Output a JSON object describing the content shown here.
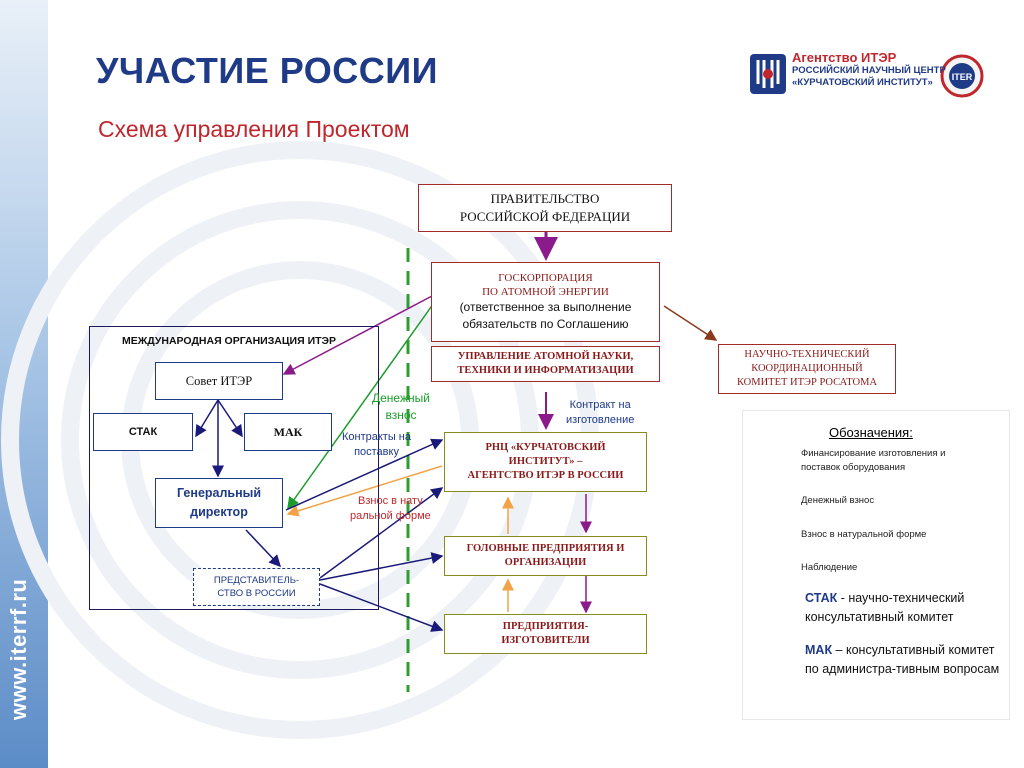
{
  "slide": {
    "title": "УЧАСТИЕ РОССИИ",
    "subtitle": "Схема управления Проектом",
    "sidebar_url": "www.iterrf.ru"
  },
  "logo": {
    "line1": "Агентство ИТЭР",
    "line2": "РОССИЙСКИЙ НАУЧНЫЙ ЦЕНТР",
    "line3": "«КУРЧАТОВСКИЙ ИНСТИТУТ»",
    "badge": "ITER"
  },
  "boxes": {
    "government_line1": "ПРАВИТЕЛЬСТВО",
    "government_line2": "РОССИЙСКОЙ ФЕДЕРАЦИИ",
    "rosatom_line1": "ГОСКОРПОРАЦИЯ",
    "rosatom_line2": "ПО  АТОМНОЙ  ЭНЕРГИИ",
    "rosatom_line3": "(ответственное за выполнение",
    "rosatom_line4": "обязательств по Соглашению",
    "science_dept_line1": "УПРАВЛЕНИЕ АТОМНОЙ НАУКИ,",
    "science_dept_line2": "ТЕХНИКИ И ИНФОРМАТИЗАЦИИ",
    "committee_line1": "НАУЧНО-ТЕХНИЧЕСКИЙ",
    "committee_line2": "КООРДИНАЦИОННЫЙ",
    "committee_line3": "КОМИТЕТ ИТЭР РОСАТОМА",
    "iter_org": "МЕЖДУНАРОДНАЯ ОРГАНИЗАЦИЯ ИТЭР",
    "iter_council": "Совет ИТЭР",
    "stac": "СТАК",
    "mac": "МАК",
    "director_general_line1": "Генеральный",
    "director_general_line2": "директор",
    "representation_line1": "ПРЕДСТАВИТЕЛЬ-",
    "representation_line2": "СТВО В РОССИИ",
    "kurchatov_line1": "РНЦ «КУРЧАТОВСКИЙ",
    "kurchatov_line2": "ИНСТИТУТ» –",
    "kurchatov_line3": "АГЕНТСТВО ИТЭР В РОССИИ",
    "lead_enterprises_line1": "ГОЛОВНЫЕ ПРЕДПРИЯТИЯ И",
    "lead_enterprises_line2": "ОРГАНИЗАЦИИ",
    "manufacturers_line1": "ПРЕДПРИЯТИЯ-",
    "manufacturers_line2": "ИЗГОТОВИТЕЛИ"
  },
  "labels": {
    "cash_contribution_line1": "Денежный",
    "cash_contribution_line2": "взнос",
    "contract_manufacture_line1": "Контракт на",
    "contract_manufacture_line2": "изготовление",
    "supply_contracts_line1": "Контракты на",
    "supply_contracts_line2": "поставку",
    "inkind_line1": "Взнос в нату",
    "inkind_line2": "ральной форме"
  },
  "legend": {
    "title": "Обозначения:",
    "items": [
      {
        "label_line1": "Финансирование изготовления и",
        "label_line2": "поставок оборудования",
        "color": "#8b1a8b"
      },
      {
        "label_line1": "Денежный взнос",
        "label_line2": "",
        "color": "#1a9b2a"
      },
      {
        "label_line1": "Взнос в натуральной форме",
        "label_line2": "",
        "color": "#f2a347"
      },
      {
        "label_line1": "Наблюдение",
        "label_line2": "",
        "color": "#1a1a7a"
      }
    ],
    "stac_term": "СТАК",
    "stac_def": " - научно-технический консультативный комитет",
    "mac_term": "МАК",
    "mac_def": " – консультативный комитет  по администра-тивным вопросам"
  },
  "colors": {
    "title_blue": "#1f3a86",
    "subtitle_red": "#c0272d",
    "financing_purple": "#8b1a8b",
    "cash_green": "#1a9b2a",
    "inkind_orange": "#f2a347",
    "observation_navy": "#1a1a7a",
    "divider_green": "#2f9e2f"
  }
}
